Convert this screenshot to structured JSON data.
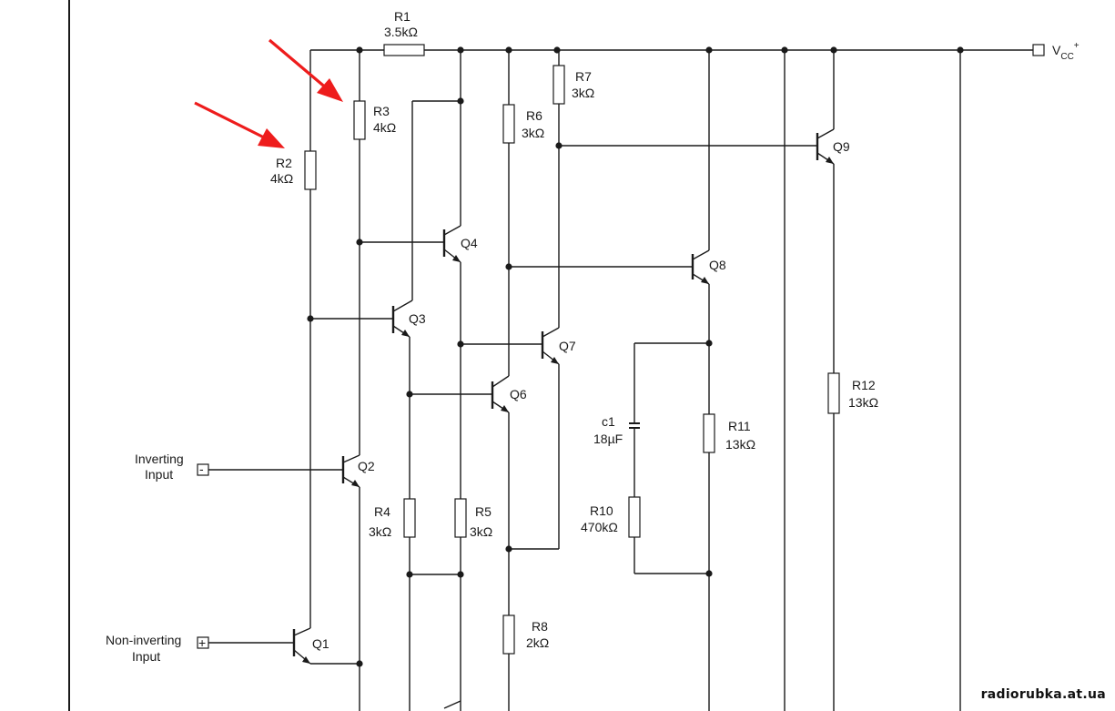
{
  "supply": {
    "prefix": "V",
    "sub": "CC",
    "sup": "+"
  },
  "inputs": {
    "inverting": {
      "line1": "Inverting",
      "line2": "Input",
      "symbol": "-"
    },
    "noninverting": {
      "line1": "Non-inverting",
      "line2": "Input",
      "symbol": "+"
    }
  },
  "resistors": {
    "r1": {
      "name": "R1",
      "value": "3.5kΩ"
    },
    "r2": {
      "name": "R2",
      "value": "4kΩ"
    },
    "r3": {
      "name": "R3",
      "value": "4kΩ"
    },
    "r4": {
      "name": "R4",
      "value": "3kΩ"
    },
    "r5": {
      "name": "R5",
      "value": "3kΩ"
    },
    "r6": {
      "name": "R6",
      "value": "3kΩ"
    },
    "r7": {
      "name": "R7",
      "value": "3kΩ"
    },
    "r8": {
      "name": "R8",
      "value": "2kΩ"
    },
    "r10": {
      "name": "R10",
      "value": "470kΩ"
    },
    "r11": {
      "name": "R11",
      "value": "13kΩ"
    },
    "r12": {
      "name": "R12",
      "value": "13kΩ"
    }
  },
  "capacitor": {
    "name": "c1",
    "value": "18µF"
  },
  "transistors": {
    "q1": "Q1",
    "q2": "Q2",
    "q3": "Q3",
    "q4": "Q4",
    "q6": "Q6",
    "q7": "Q7",
    "q8": "Q8",
    "q9": "Q9"
  },
  "annotation_color": "#ee1c1c",
  "watermark": "radiorubka.at.ua"
}
